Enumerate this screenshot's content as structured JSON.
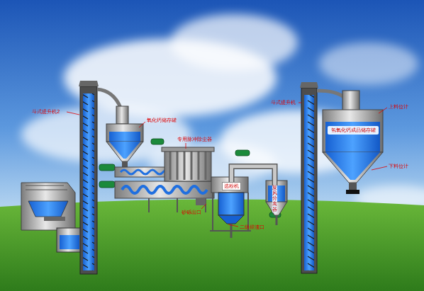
{
  "diagram": {
    "nodes": [
      {
        "text": [
          "选粉机"
        ]
      },
      {
        "text": [
          "旋风分离器"
        ]
      },
      {
        "text": [
          "氢氧化钙成品储存罐"
        ]
      }
    ],
    "edges": [
      {
        "from": 0,
        "to": 1,
        "arrow": "none"
      }
    ],
    "labels": [
      "斗式提升机2",
      "氧化钙储存罐",
      "专用脉冲除尘器",
      "砂砾出口",
      "二级排渣口",
      "斗式提升机",
      "上料位计",
      "下料位计"
    ]
  }
}
